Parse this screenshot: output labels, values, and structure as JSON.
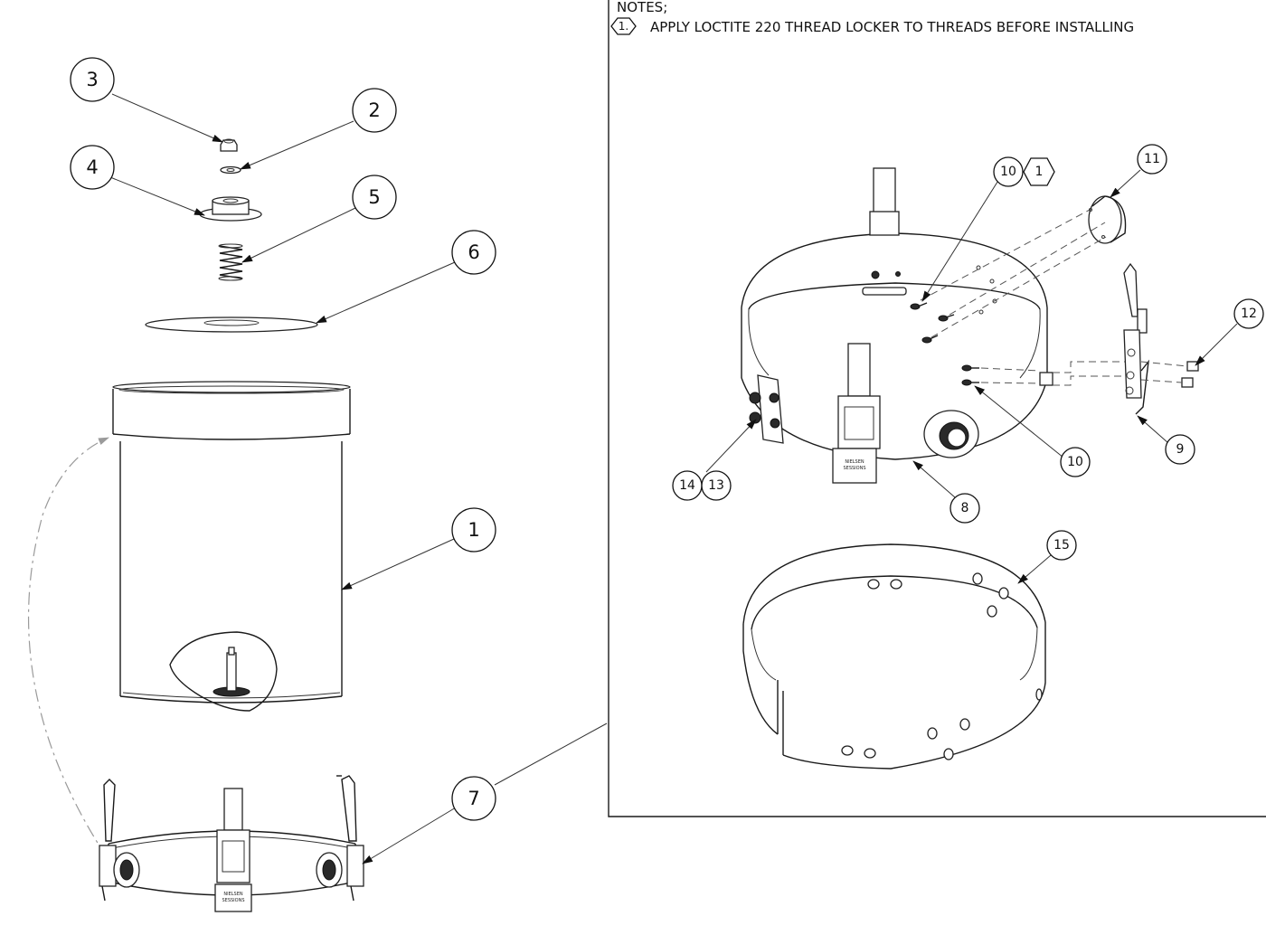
{
  "notes": {
    "heading": "NOTES;",
    "item_number": "1.",
    "item_text": "APPLY LOCTITE 220 THREAD LOCKER TO THREADS BEFORE INSTALLING"
  },
  "balloons": {
    "b1": "1",
    "b2": "2",
    "b3": "3",
    "b4": "4",
    "b5": "5",
    "b6": "6",
    "b7": "7",
    "b8": "8",
    "b9": "9",
    "b10a": "10",
    "b10b": "10",
    "b11": "11",
    "b12": "12",
    "b13": "13",
    "b14": "14",
    "b15": "15",
    "note_flag": "1"
  },
  "latch_label": {
    "line1": "NIELSEN",
    "line2": "SESSIONS"
  }
}
